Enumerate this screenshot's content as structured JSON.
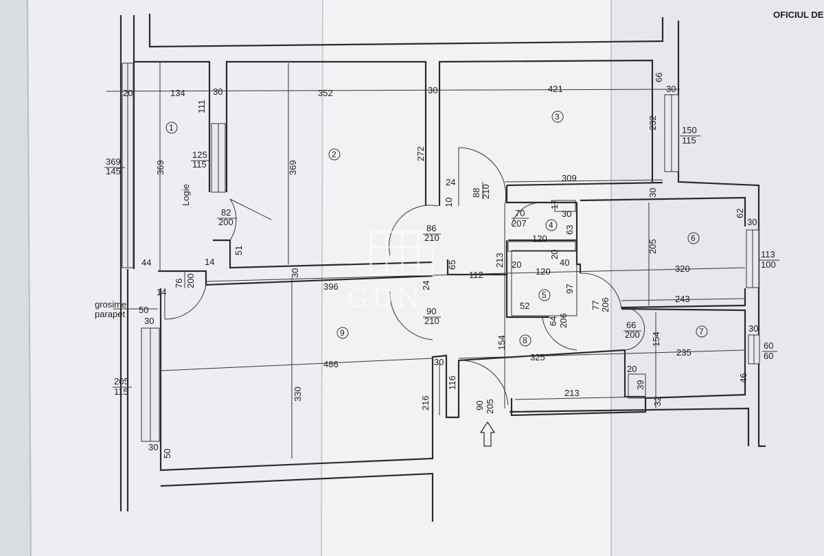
{
  "header": {
    "office_text": "OFICIUL DE"
  },
  "watermark": {
    "text": "GDN"
  },
  "rooms": [
    "1",
    "2",
    "3",
    "4",
    "5",
    "6",
    "7",
    "8",
    "9"
  ],
  "labels": {
    "logie": "Logie",
    "grosime": "grosime",
    "parapet": "parapet"
  },
  "dimensions": {
    "d20": "20",
    "d134": "134",
    "d30a": "30",
    "d352": "352",
    "d30b": "30",
    "d421": "421",
    "d66": "66",
    "d30c": "30",
    "d111": "111",
    "d369_left": "369",
    "d145": "145",
    "d369a": "369",
    "d369b": "369",
    "d125": "125",
    "d115a": "115",
    "d272": "272",
    "d232": "232",
    "d150": "150",
    "d115b": "115",
    "d24a": "24",
    "d88": "88",
    "d210a": "210",
    "d309": "309",
    "d30d": "30",
    "d62": "62",
    "d10": "10",
    "d70": "70",
    "d207": "207",
    "d17": "17",
    "d30e": "30",
    "d63": "63",
    "d82": "82",
    "d200a": "200",
    "d86": "86",
    "d210b": "210",
    "d120a": "120",
    "d205a": "205",
    "d30f": "30",
    "d113": "113",
    "d100": "100",
    "d51": "51",
    "d14a": "14",
    "d44": "44",
    "d65": "65",
    "d30g": "30",
    "d20b": "20",
    "d20c": "20",
    "d40": "40",
    "d120b": "120",
    "d213a": "213",
    "d112": "112",
    "d320": "320",
    "d76": "76",
    "d200b": "200",
    "d14b": "14",
    "d396": "396",
    "d24b": "24",
    "d97": "97",
    "d77": "77",
    "d206a": "206",
    "d243": "243",
    "d52": "52",
    "d64": "64",
    "d206b": "206",
    "d50a": "50",
    "d30h": "30",
    "d90a": "90",
    "d210c": "210",
    "d66b": "66",
    "d200c": "200",
    "d30i": "30",
    "d154a": "154",
    "d154b": "154",
    "d60a": "60",
    "d60b": "60",
    "d486": "486",
    "d30j": "30",
    "d325": "325",
    "d235": "235",
    "d20d": "20",
    "d205b": "205",
    "d115c": "115",
    "d116": "116",
    "d39": "39",
    "d46": "46",
    "d216": "216",
    "d330": "330",
    "d90b": "90",
    "d205c": "205",
    "d213b": "213",
    "d32": "32",
    "d30k": "30",
    "d50b": "50"
  },
  "colors": {
    "paper": "#f1f2f4",
    "line": "#2a2a2a",
    "background": "#cfd3d8"
  }
}
